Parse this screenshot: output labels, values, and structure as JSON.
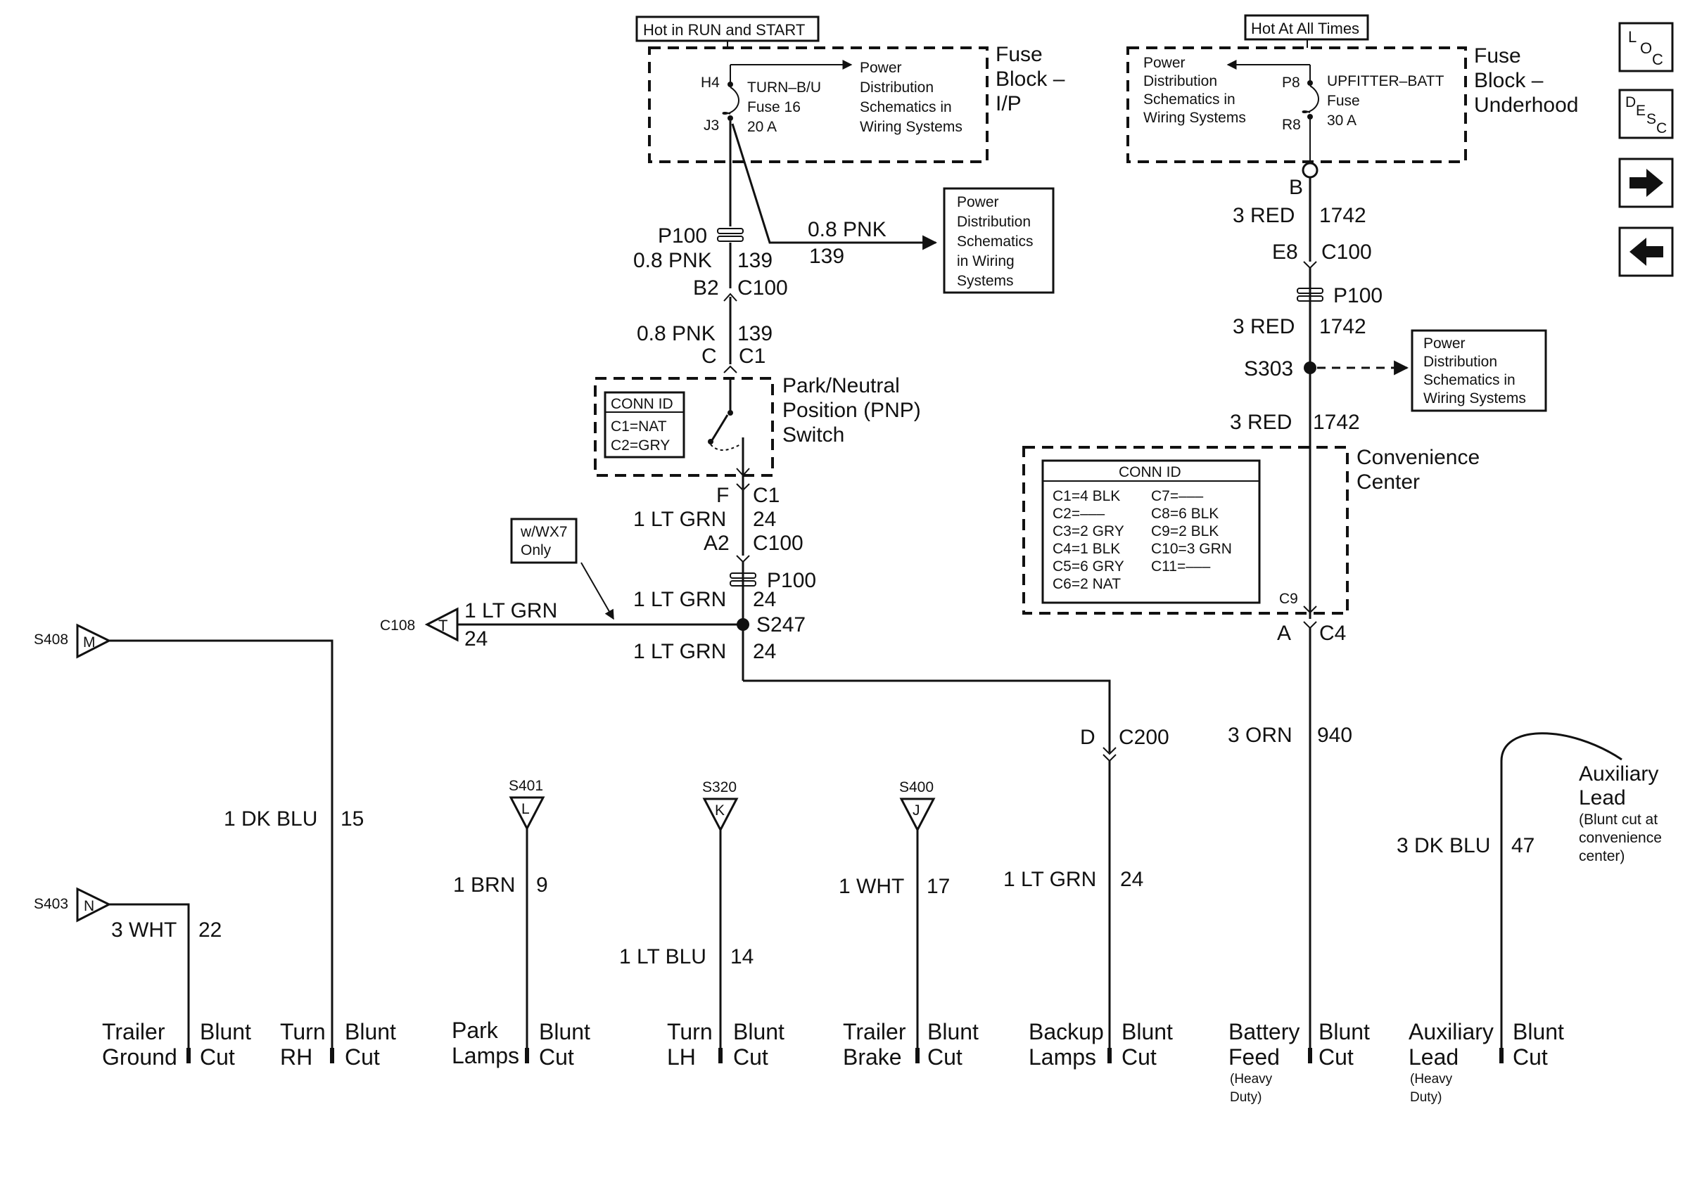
{
  "header": {
    "hot_run_start": "Hot in RUN and START",
    "hot_all_times": "Hot At All Times"
  },
  "fuse_block_ip": {
    "title": [
      "Fuse",
      "Block –",
      "I/P"
    ],
    "pin_in": "H4",
    "pin_out": "J3",
    "fuse_label": [
      "TURN–B/U",
      "Fuse 16",
      "20 A"
    ],
    "ref": [
      "Power",
      "Distribution",
      "Schematics in",
      "Wiring Systems"
    ]
  },
  "fuse_block_underhood": {
    "title": [
      "Fuse",
      "Block –",
      "Underhood"
    ],
    "pin_in": "P8",
    "pin_out": "R8",
    "fuse_label": [
      "UPFITTER–BATT",
      "Fuse",
      "30 A"
    ],
    "ref": [
      "Power",
      "Distribution",
      "Schematics in",
      "Wiring Systems"
    ]
  },
  "pwr_ref_mid": [
    "Power",
    "Distribution",
    "Schematics",
    "in Wiring",
    "Systems"
  ],
  "pwr_ref_s303": [
    "Power",
    "Distribution",
    "Schematics in",
    "Wiring Systems"
  ],
  "left_branch": {
    "p100": "P100",
    "wire1_color": "0.8 PNK",
    "wire1_num": "139",
    "side_color": "0.8 PNK",
    "side_num": "139",
    "b2": "B2",
    "c100": "C100",
    "wire2_color": "0.8 PNK",
    "wire2_num": "139",
    "c": "C",
    "c1": "C1"
  },
  "pnp_switch": {
    "title": [
      "Park/Neutral",
      "Position (PNP)",
      "Switch"
    ],
    "conn_id_title": "CONN ID",
    "conn_ids": [
      "C1=NAT",
      "C2=GRY"
    ]
  },
  "after_switch": {
    "f": "F",
    "c1": "C1",
    "w1_color": "1 LT GRN",
    "w1_num": "24",
    "a2": "A2",
    "c100": "C100",
    "p100": "P100",
    "w2_color": "1 LT GRN",
    "w2_num": "24",
    "s247": "S247",
    "w3_color": "1 LT GRN",
    "w3_num": "24"
  },
  "wx7_note": [
    "w/WX7",
    "Only"
  ],
  "c108": {
    "connector": "C108",
    "letter": "T",
    "wire_color": "1 LT GRN",
    "wire_num": "24"
  },
  "right_branch": {
    "b": "B",
    "w1_color": "3 RED",
    "w1_num": "1742",
    "e8": "E8",
    "c100": "C100",
    "p100": "P100",
    "w2_color": "3 RED",
    "w2_num": "1742",
    "s303": "S303",
    "w3_color": "3 RED",
    "w3_num": "1742"
  },
  "convenience_center": {
    "title": [
      "Convenience",
      "Center"
    ],
    "conn_id_title": "CONN ID",
    "conn_ids_left": [
      "C1=4 BLK",
      "C2=–––",
      "C3=2 GRY",
      "C4=1 BLK",
      "C5=6 GRY",
      "C6=2 NAT"
    ],
    "conn_ids_right": [
      "C7=–––",
      "C8=6 BLK",
      "C9=2 BLK",
      "C10=3 GRN",
      "C11=–––"
    ],
    "c9": "C9",
    "a": "A",
    "c4": "C4"
  },
  "battery_feed_wire": {
    "color": "3 ORN",
    "num": "940"
  },
  "c200": {
    "pin": "D",
    "connector": "C200"
  },
  "splices": [
    {
      "id": "S408",
      "letter": "M"
    },
    {
      "id": "S403",
      "letter": "N"
    },
    {
      "id": "S401",
      "letter": "L"
    },
    {
      "id": "S320",
      "letter": "K"
    },
    {
      "id": "S400",
      "letter": "J"
    }
  ],
  "circuits": [
    {
      "color": "1 DK BLU",
      "num": "15"
    },
    {
      "color": "3 WHT",
      "num": "22"
    },
    {
      "color": "1 BRN",
      "num": "9"
    },
    {
      "color": "1 LT BLU",
      "num": "14"
    },
    {
      "color": "1 WHT",
      "num": "17"
    },
    {
      "color": "1 LT GRN",
      "num": "24"
    },
    {
      "color": "3 DK BLU",
      "num": "47"
    }
  ],
  "auxiliary_lead": {
    "title": [
      "Auxiliary",
      "Lead"
    ],
    "note": [
      "(Blunt cut at",
      "convenience",
      "center)"
    ]
  },
  "terminals": [
    {
      "name": [
        "Trailer",
        "Ground"
      ],
      "cut": [
        "Blunt",
        "Cut"
      ]
    },
    {
      "name": [
        "Turn",
        "RH"
      ],
      "cut": [
        "Blunt",
        "Cut"
      ]
    },
    {
      "name": [
        "Park",
        "Lamps"
      ],
      "cut": [
        "Blunt",
        "Cut"
      ]
    },
    {
      "name": [
        "Turn",
        "LH"
      ],
      "cut": [
        "Blunt",
        "Cut"
      ]
    },
    {
      "name": [
        "Trailer",
        "Brake"
      ],
      "cut": [
        "Blunt",
        "Cut"
      ]
    },
    {
      "name": [
        "Backup",
        "Lamps"
      ],
      "cut": [
        "Blunt",
        "Cut"
      ]
    },
    {
      "name": [
        "Battery",
        "Feed"
      ],
      "sub": [
        "(Heavy",
        "Duty)"
      ],
      "cut": [
        "Blunt",
        "Cut"
      ]
    },
    {
      "name": [
        "Auxiliary",
        "Lead"
      ],
      "sub": [
        "(Heavy",
        "Duty)"
      ],
      "cut": [
        "Blunt",
        "Cut"
      ]
    }
  ],
  "nav": {
    "loc": [
      "L",
      "O",
      "C"
    ],
    "desc": [
      "D",
      "E",
      "S",
      "C"
    ]
  }
}
